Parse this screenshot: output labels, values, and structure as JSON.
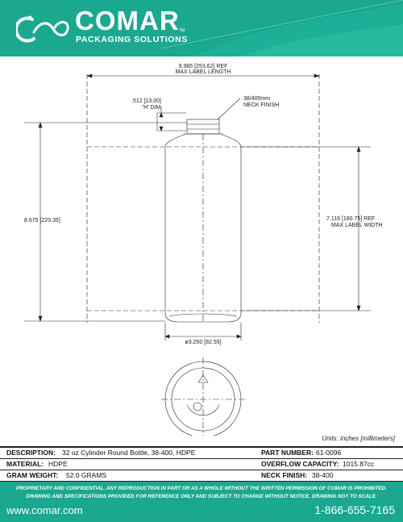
{
  "brand": {
    "name": "COMAR",
    "tm": "TM",
    "tagline": "PACKAGING SOLUTIONS",
    "accent": "#1aa88f"
  },
  "drawing": {
    "max_label_length": "9.985 [253.62] REF",
    "max_label_length_caption": "MAX LABEL LENGTH",
    "neck_finish": "38/400mm",
    "neck_finish_caption": "NECK FINISH",
    "h_dim": ".512 [13.00]",
    "h_dim_caption": "'H' DIM",
    "overall_height": "8.675 [220.35]",
    "max_label_width": "7.116 [180.75] REF",
    "max_label_width_caption": "MAX LABEL WIDTH",
    "diameter": "ø3.250 [82.55]",
    "units_note": "Units: inches [millimeters]"
  },
  "specs": {
    "description_label": "DESCRIPTION:",
    "description": "32 oz Cylinder Round Bottle, 38-400, HDPE",
    "part_number_label": "PART NUMBER:",
    "part_number": "61-0096",
    "material_label": "MATERIAL:",
    "material": "HDPE",
    "overflow_label": "OVERFLOW CAPACITY:",
    "overflow": "1015.87cc",
    "gram_weight_label": "GRAM WEIGHT:",
    "gram_weight": "52.0 GRAMS",
    "neck_label": "NECK FINISH:",
    "neck": "38-400"
  },
  "footer": {
    "legal_line1": "PROPRIETARY AND CONFIDENTIAL. ANY REPRODUCTION IN PART OR AS A WHOLE WITHOUT THE WRITTEN PERMISSION OF COMAR IS PROHIBITED.",
    "legal_line2": "DRAWING AND SPECIFICATIONS PROVIDED FOR REFERENCE ONLY AND SUBJECT TO CHANGE WITHOUT NOTICE. DRAWING NOT TO SCALE.",
    "website": "www.comar.com",
    "phone": "1-866-655-7165"
  }
}
